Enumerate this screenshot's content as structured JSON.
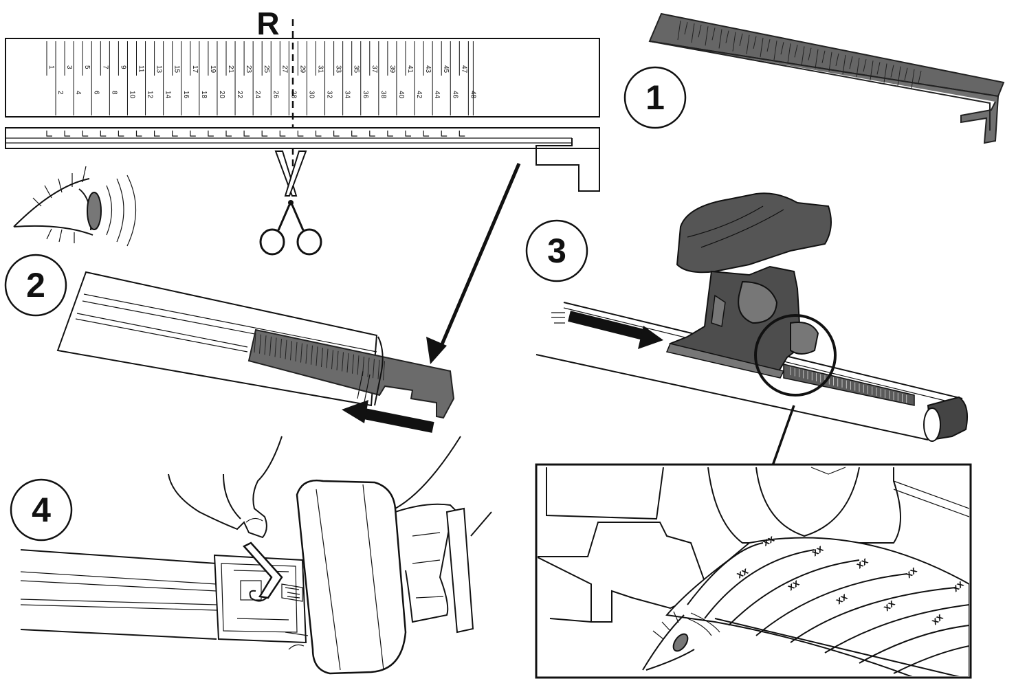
{
  "cut_label": "R",
  "steps": [
    {
      "label": "1"
    },
    {
      "label": "2"
    },
    {
      "label": "3"
    },
    {
      "label": "4"
    }
  ],
  "scale": {
    "odd_numbers": [
      "1",
      "3",
      "5",
      "7",
      "9",
      "11",
      "13",
      "15",
      "17",
      "19",
      "21",
      "23",
      "25",
      "27",
      "29",
      "31",
      "33",
      "35",
      "37",
      "39",
      "41",
      "43",
      "45",
      "47"
    ],
    "even_numbers": [
      "2",
      "4",
      "6",
      "8",
      "10",
      "12",
      "14",
      "16",
      "18",
      "20",
      "22",
      "24",
      "26",
      "28",
      "30",
      "32",
      "34",
      "36",
      "38",
      "40",
      "42",
      "44",
      "46",
      "48"
    ]
  },
  "detail_marks": [
    "xx",
    "xx",
    "xx",
    "xx",
    "xx",
    "xx",
    "xx",
    "xx",
    "xx",
    "xx",
    "xx"
  ]
}
